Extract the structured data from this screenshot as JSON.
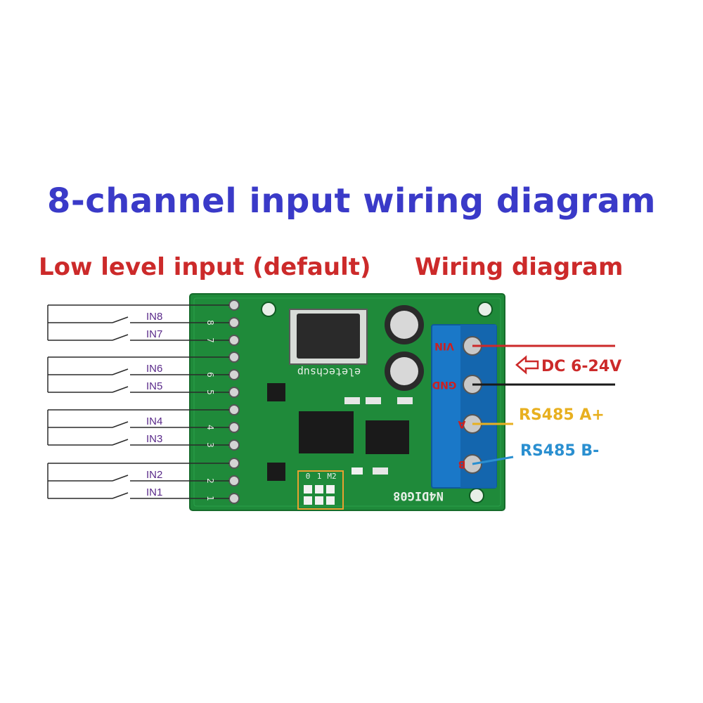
{
  "title": "8-channel input wiring diagram",
  "subtitle_left": "Low level input (default)",
  "subtitle_right": "Wiring diagram",
  "inputs": [
    "IN8",
    "IN7",
    "IN6",
    "IN5",
    "IN4",
    "IN3",
    "IN2",
    "IN1"
  ],
  "board": {
    "brand": "eletechsup",
    "model": "N4DIG08",
    "terminal_labels": [
      "VIN",
      "GND",
      "A",
      "B"
    ],
    "jumper_labels": [
      "M2",
      "1",
      "0"
    ],
    "pin_numbers": [
      "8",
      "7",
      "6",
      "5",
      "4",
      "3",
      "2",
      "1"
    ]
  },
  "connections": [
    {
      "label": "DC 6-24V",
      "color": "#cc2a2a"
    },
    {
      "label": "RS485 A+",
      "color": "#e8b020"
    },
    {
      "label": "RS485 B-",
      "color": "#2a8fd0"
    }
  ],
  "colors": {
    "title": "#3a3ac8",
    "subtitle": "#cc2a2a",
    "pcb": "#1f8a3a",
    "terminal": "#1a78c8"
  },
  "icons": {
    "power_arrow": "arrow-left-outline-icon"
  }
}
